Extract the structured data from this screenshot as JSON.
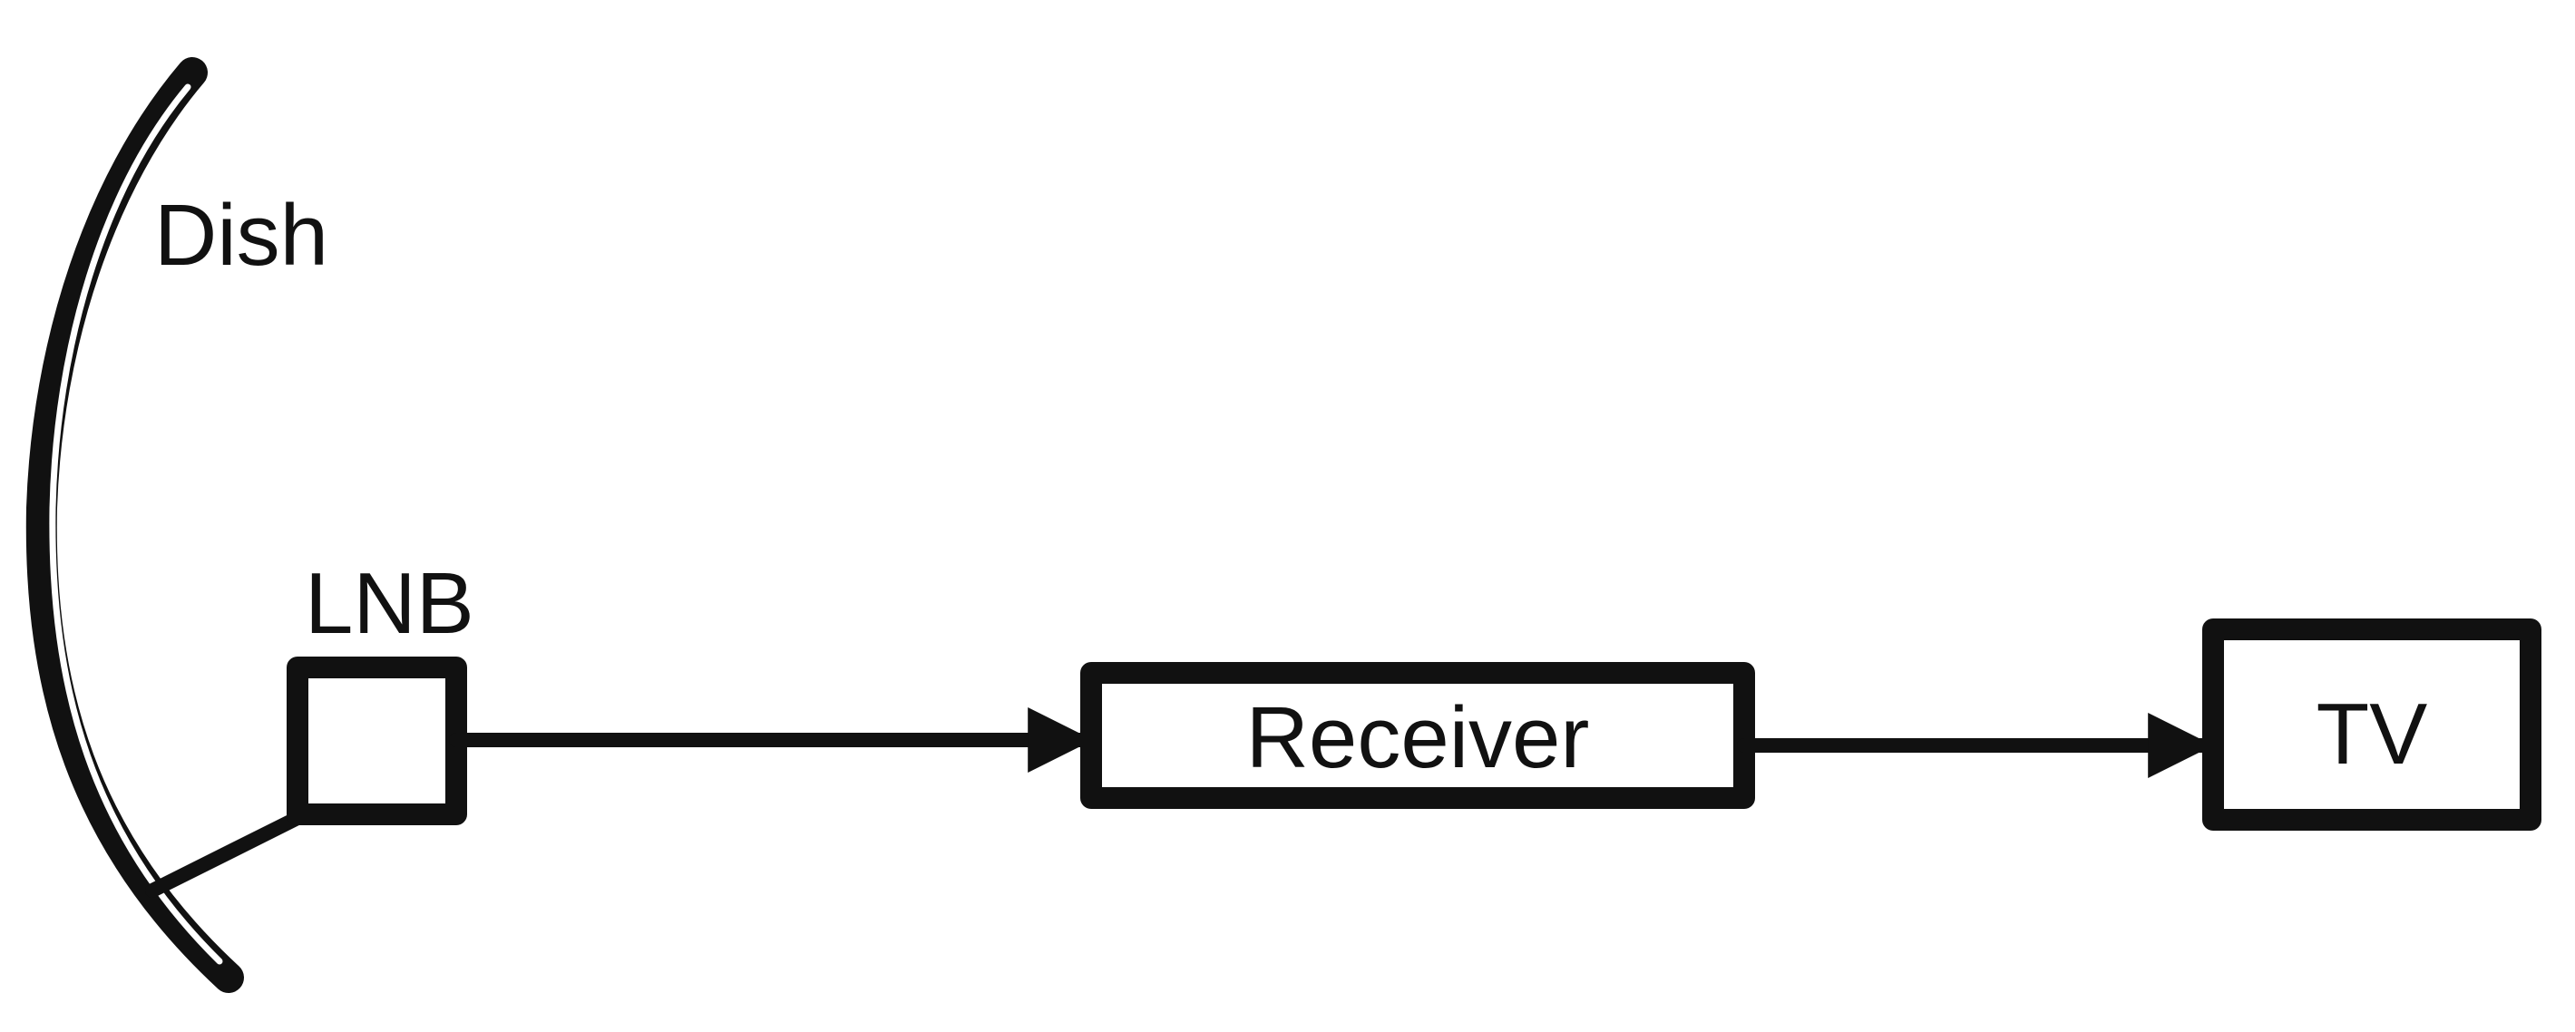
{
  "labels": {
    "dish": "Dish",
    "lnb": "LNB",
    "receiver": "Receiver",
    "tv": "TV"
  },
  "colors": {
    "ink": "#111111",
    "background": "#ffffff"
  }
}
